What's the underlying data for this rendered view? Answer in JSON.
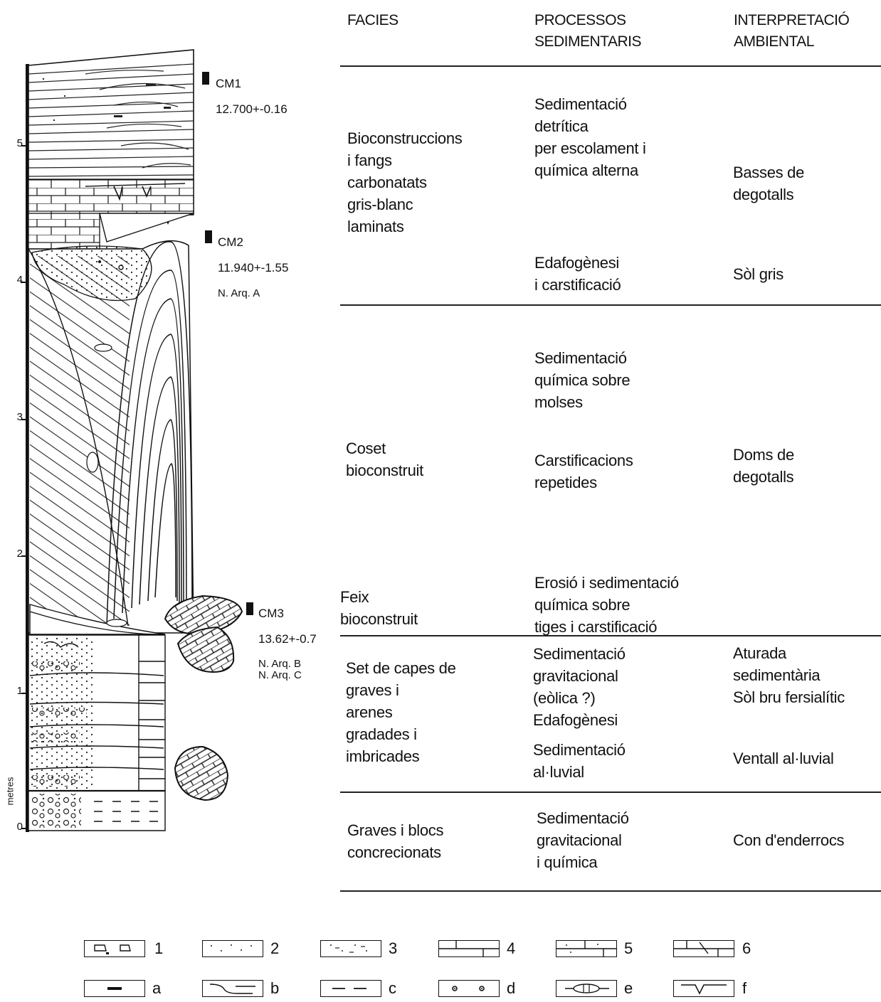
{
  "axis": {
    "unit_label": "metres",
    "ticks": [
      "0",
      "1",
      "2",
      "3",
      "4",
      "5"
    ]
  },
  "samples": [
    {
      "code": "CM1",
      "date": "12.700+-0.16",
      "notes": ""
    },
    {
      "code": "CM2",
      "date": "11.940+-1.55",
      "notes": "N. Arq. A"
    },
    {
      "code": "CM3",
      "date": "13.62+-0.7",
      "notes": "N. Arq. B\nN. Arq. C"
    }
  ],
  "table": {
    "headers": {
      "facies": "FACIES",
      "processes": "PROCESSOS\nSEDIMENTARIS",
      "interpretation": "INTERPRETACIÓ\nAMBIENTAL"
    },
    "facies": [
      "Bioconstruccions\ni fangs\ncarbonatats\ngris-blanc\nlaminats",
      "Coset\nbioconstruit",
      "Feix\nbioconstruit",
      "Set de capes de\ngraves i\narenes\ngradades i\nimbricades",
      "Graves i blocs\nconcrecionats"
    ],
    "processes": [
      "Sedimentació\ndetrítica\nper escolament i\nquímica alterna",
      "Edafogènesi\ni carstificació",
      "Sedimentació\nquímica sobre\nmolses",
      "Carstificacions\nrepetides",
      "Erosió i sedimentació\nquímica sobre\ntiges i carstificació",
      "Sedimentació\ngravitacional\n(eòlica ?)\nEdafogènesi",
      "Sedimentació\nal·luvial",
      "Sedimentació\ngravitacional\ni química"
    ],
    "interpretation": [
      "Basses de\ndegotalls",
      "Sòl gris",
      "Doms de\ndegotalls",
      "Aturada\nsedimentària\nSòl bru fersialític",
      "Ventall al·luvial",
      "Con d'enderrocs"
    ]
  },
  "legend": {
    "lithology": [
      {
        "symbol": "conglomerate",
        "label": "1"
      },
      {
        "symbol": "sand-dots",
        "label": "2"
      },
      {
        "symbol": "silty-dots",
        "label": "3"
      },
      {
        "symbol": "limestone-bricks",
        "label": "4"
      },
      {
        "symbol": "dotted-limestone",
        "label": "5"
      },
      {
        "symbol": "fractured-limestone",
        "label": "6"
      }
    ],
    "structures": [
      {
        "symbol": "dash",
        "label": "a"
      },
      {
        "symbol": "erosive-contact",
        "label": "b"
      },
      {
        "symbol": "lamination-dashes",
        "label": "c"
      },
      {
        "symbol": "nodules",
        "label": "d"
      },
      {
        "symbol": "lens",
        "label": "e"
      },
      {
        "symbol": "karst-pocket",
        "label": "f"
      }
    ]
  }
}
